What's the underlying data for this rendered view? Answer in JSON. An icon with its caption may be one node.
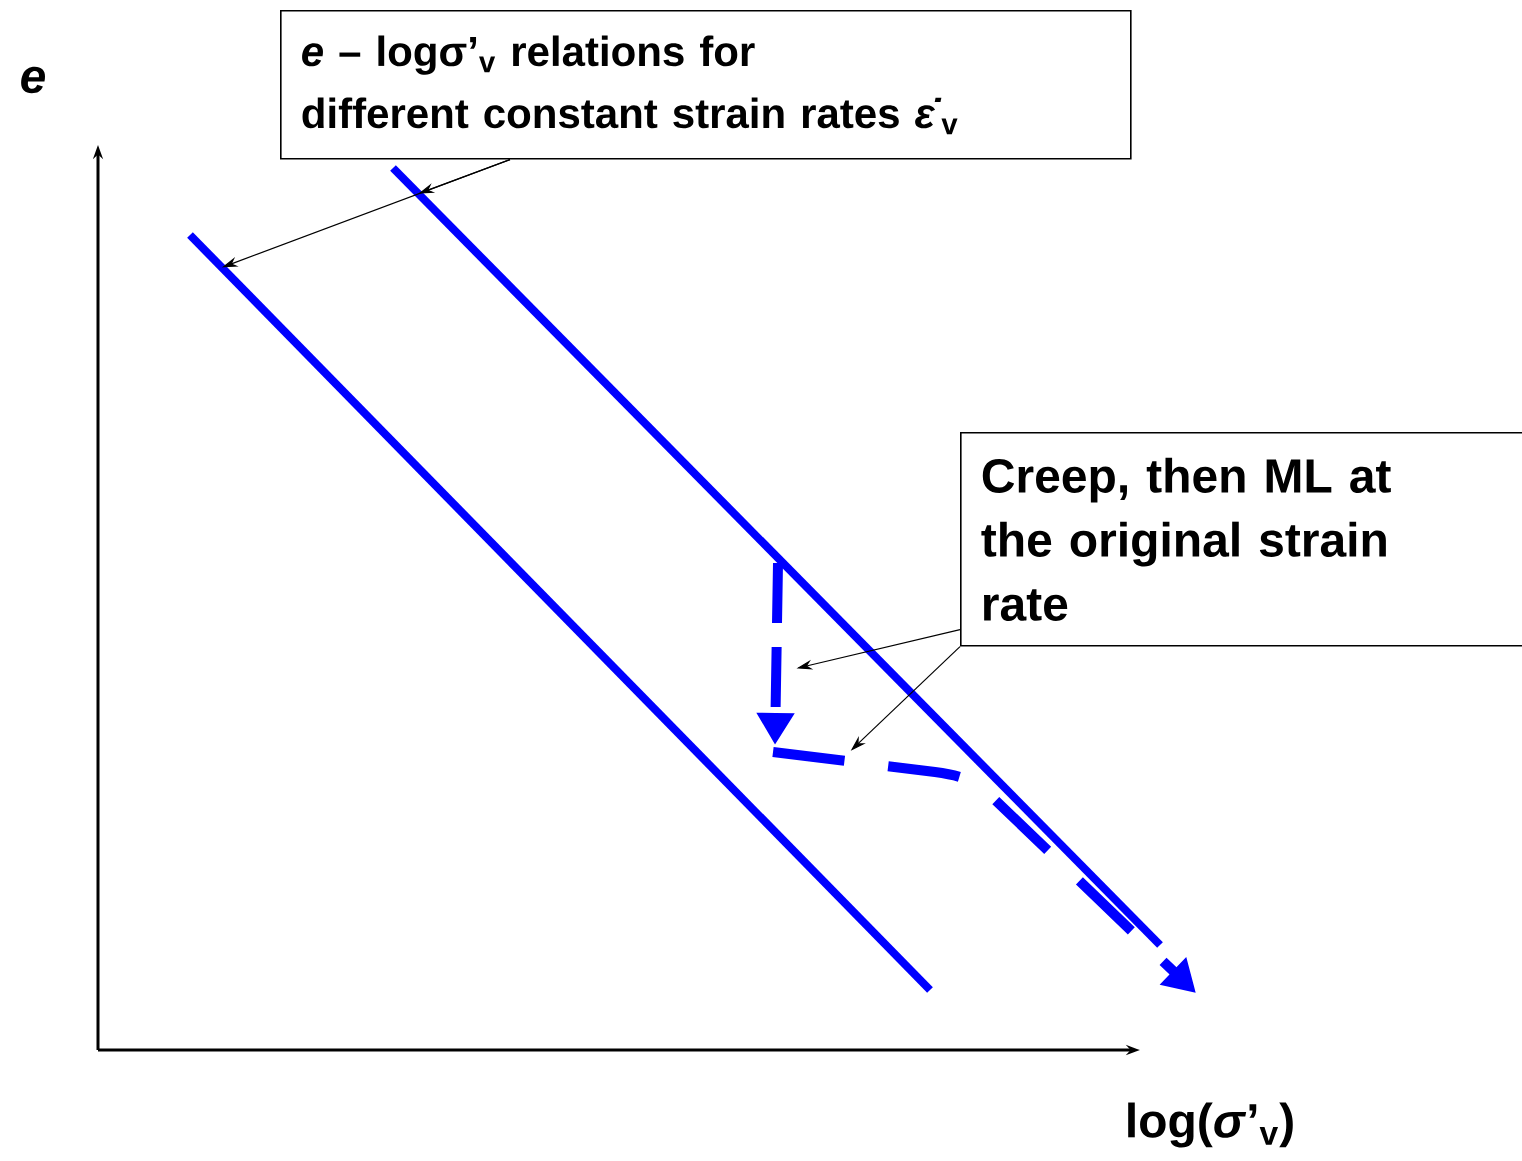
{
  "diagram": {
    "nodes": [
      {
        "text": [
          "*e* – logσ’$_{v}$ relations for different constant strain rates *ε̇*$_{v}$"
        ]
      },
      {
        "text": [],
        "shape": "line"
      },
      {
        "text": [],
        "shape": "line"
      },
      {
        "text": [
          "Creep, then ML at the original strain rate"
        ]
      },
      {
        "text": [],
        "shape": "arrow"
      },
      {
        "text": [],
        "shape": "arrow"
      }
    ],
    "edges": [
      {
        "from": 0,
        "to": 1,
        "arrow": "to"
      },
      {
        "from": 0,
        "to": 2,
        "arrow": "to"
      },
      {
        "from": 3,
        "to": 4,
        "arrow": "to"
      },
      {
        "from": 3,
        "to": 5,
        "arrow": "to"
      }
    ],
    "labels": [
      "e",
      "log(*σ*’$_{v}$)"
    ]
  }
}
